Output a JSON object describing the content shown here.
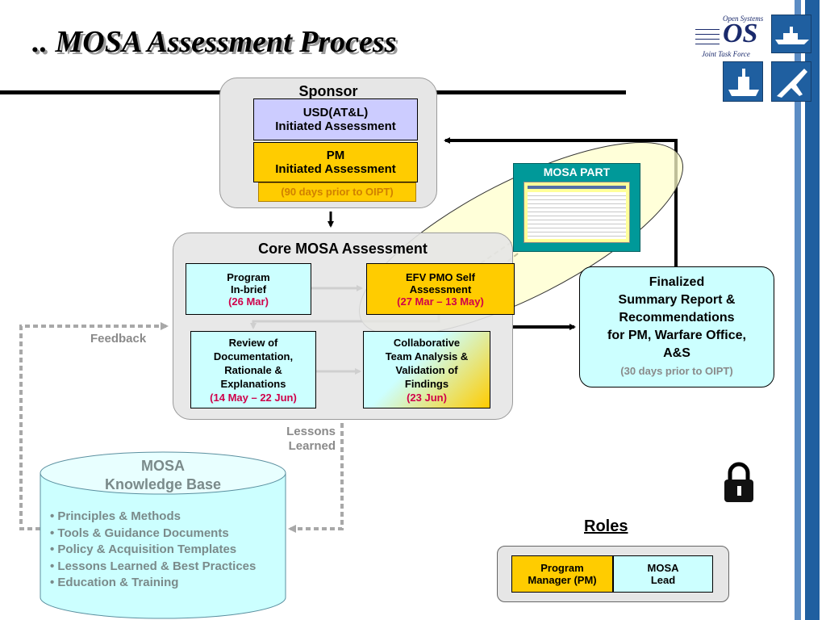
{
  "title": ".. MOSA Assessment Process",
  "logo": {
    "top_text": "Open Systems",
    "letters": "OS",
    "bottom_text": "Joint Task Force"
  },
  "sponsor": {
    "label": "Sponsor",
    "usd_box": {
      "line1": "USD(AT&L)",
      "line2": "Initiated Assessment"
    },
    "pm_box": {
      "line1": "PM",
      "line2": "Initiated Assessment"
    },
    "note": "(90 days prior to OIPT)"
  },
  "mosa_part": {
    "label": "MOSA PART"
  },
  "core": {
    "label": "Core MOSA Assessment",
    "program_inbrief": {
      "line1": "Program",
      "line2": "In-brief",
      "date": "(26 Mar)"
    },
    "efv_pmo": {
      "line1": "EFV PMO Self",
      "line2": "Assessment",
      "date": "(27 Mar – 13 May)"
    },
    "review": {
      "line1": "Review of",
      "line2": "Documentation,",
      "line3": "Rationale &",
      "line4": "Explanations",
      "date": "(14 May – 22 Jun)"
    },
    "collaborative": {
      "line1": "Collaborative",
      "line2": "Team Analysis &",
      "line3": "Validation of",
      "line4": "Findings",
      "date": "(23 Jun)"
    }
  },
  "finalized": {
    "line1": "Finalized",
    "line2": "Summary Report &",
    "line3": "Recommendations",
    "line4": "for PM, Warfare Office,",
    "line5": "A&S",
    "note": "(30 days prior to OIPT)"
  },
  "feedback_label": "Feedback",
  "lessons_label": {
    "line1": "Lessons",
    "line2": "Learned"
  },
  "knowledge_base": {
    "title_line1": "MOSA",
    "title_line2": "Knowledge Base",
    "items": [
      "• Principles & Methods",
      "• Tools & Guidance Documents",
      "• Policy & Acquisition Templates",
      "• Lessons Learned & Best Practices",
      "• Education & Training"
    ]
  },
  "roles": {
    "heading": "Roles",
    "pm": {
      "line1": "Program",
      "line2": "Manager (PM)"
    },
    "lead": {
      "line1": "MOSA",
      "line2": "Lead"
    }
  },
  "colors": {
    "usd_fill": "#ccccff",
    "pm_fill": "#ffcc00",
    "cyan_fill": "#ccffff",
    "kb_fill": "#ccffff",
    "mosa_part_fill": "#009999",
    "ellipse_fill": "#ffffcc",
    "accent_red": "#d0004a",
    "stripe_blue": "#1f5fa0"
  }
}
